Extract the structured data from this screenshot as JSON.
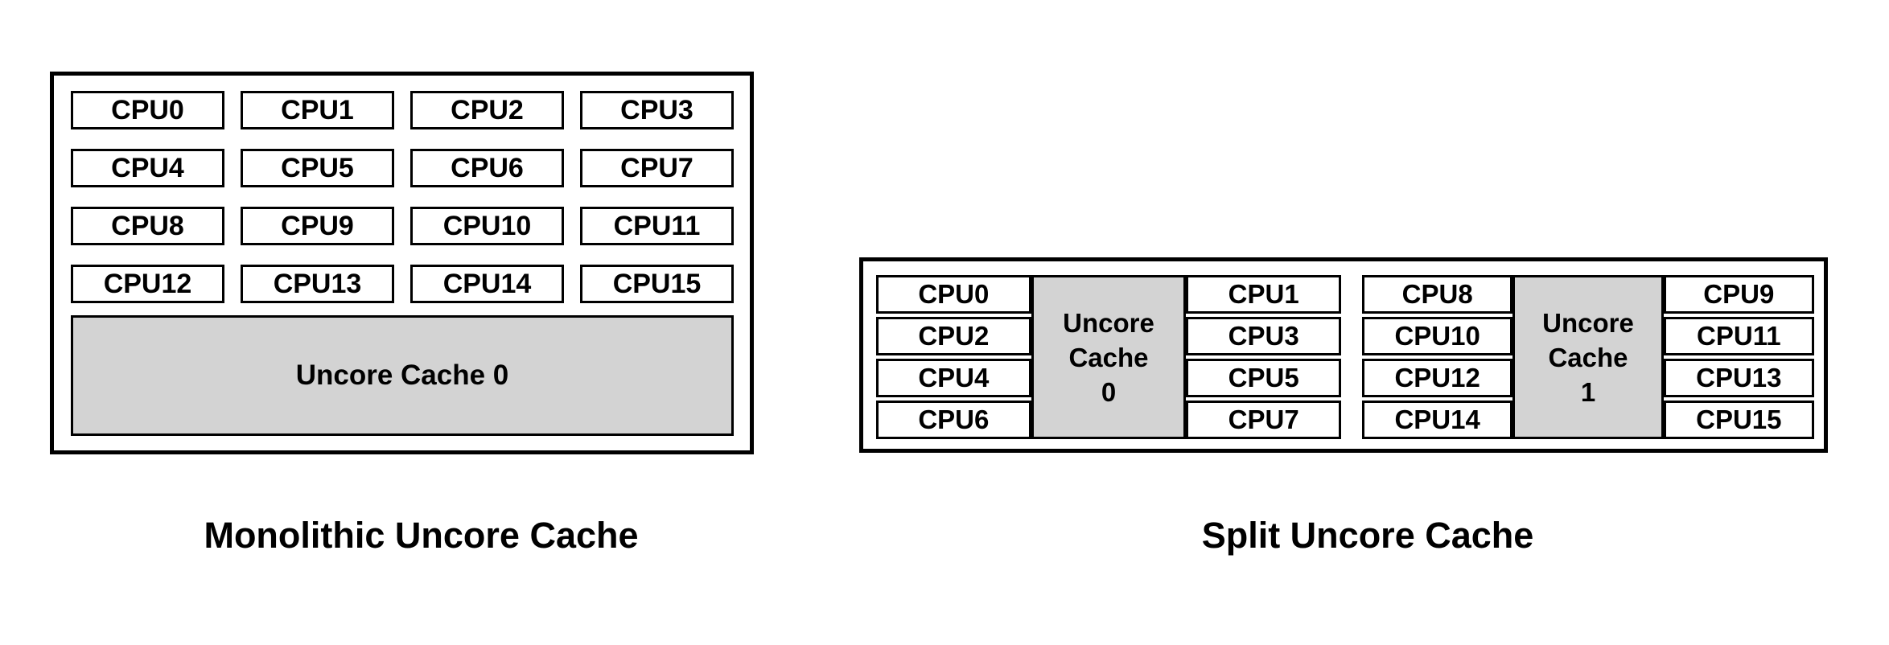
{
  "diagrams": {
    "monolithic": {
      "caption": "Monolithic Uncore Cache",
      "cpus": [
        "CPU0",
        "CPU1",
        "CPU2",
        "CPU3",
        "CPU4",
        "CPU5",
        "CPU6",
        "CPU7",
        "CPU8",
        "CPU9",
        "CPU10",
        "CPU11",
        "CPU12",
        "CPU13",
        "CPU14",
        "CPU15"
      ],
      "cache_label": "Uncore Cache 0"
    },
    "split": {
      "caption": "Split Uncore Cache",
      "clusters": [
        {
          "left_cpus": [
            "CPU0",
            "CPU2",
            "CPU4",
            "CPU6"
          ],
          "cache_lines": [
            "Uncore",
            "Cache",
            "0"
          ],
          "right_cpus": [
            "CPU1",
            "CPU3",
            "CPU5",
            "CPU7"
          ]
        },
        {
          "left_cpus": [
            "CPU8",
            "CPU10",
            "CPU12",
            "CPU14"
          ],
          "cache_lines": [
            "Uncore",
            "Cache",
            "1"
          ],
          "right_cpus": [
            "CPU9",
            "CPU11",
            "CPU13",
            "CPU15"
          ]
        }
      ]
    }
  },
  "colors": {
    "background": "#ffffff",
    "border": "#000000",
    "text": "#000000",
    "cache_fill": "#d3d3d3"
  }
}
